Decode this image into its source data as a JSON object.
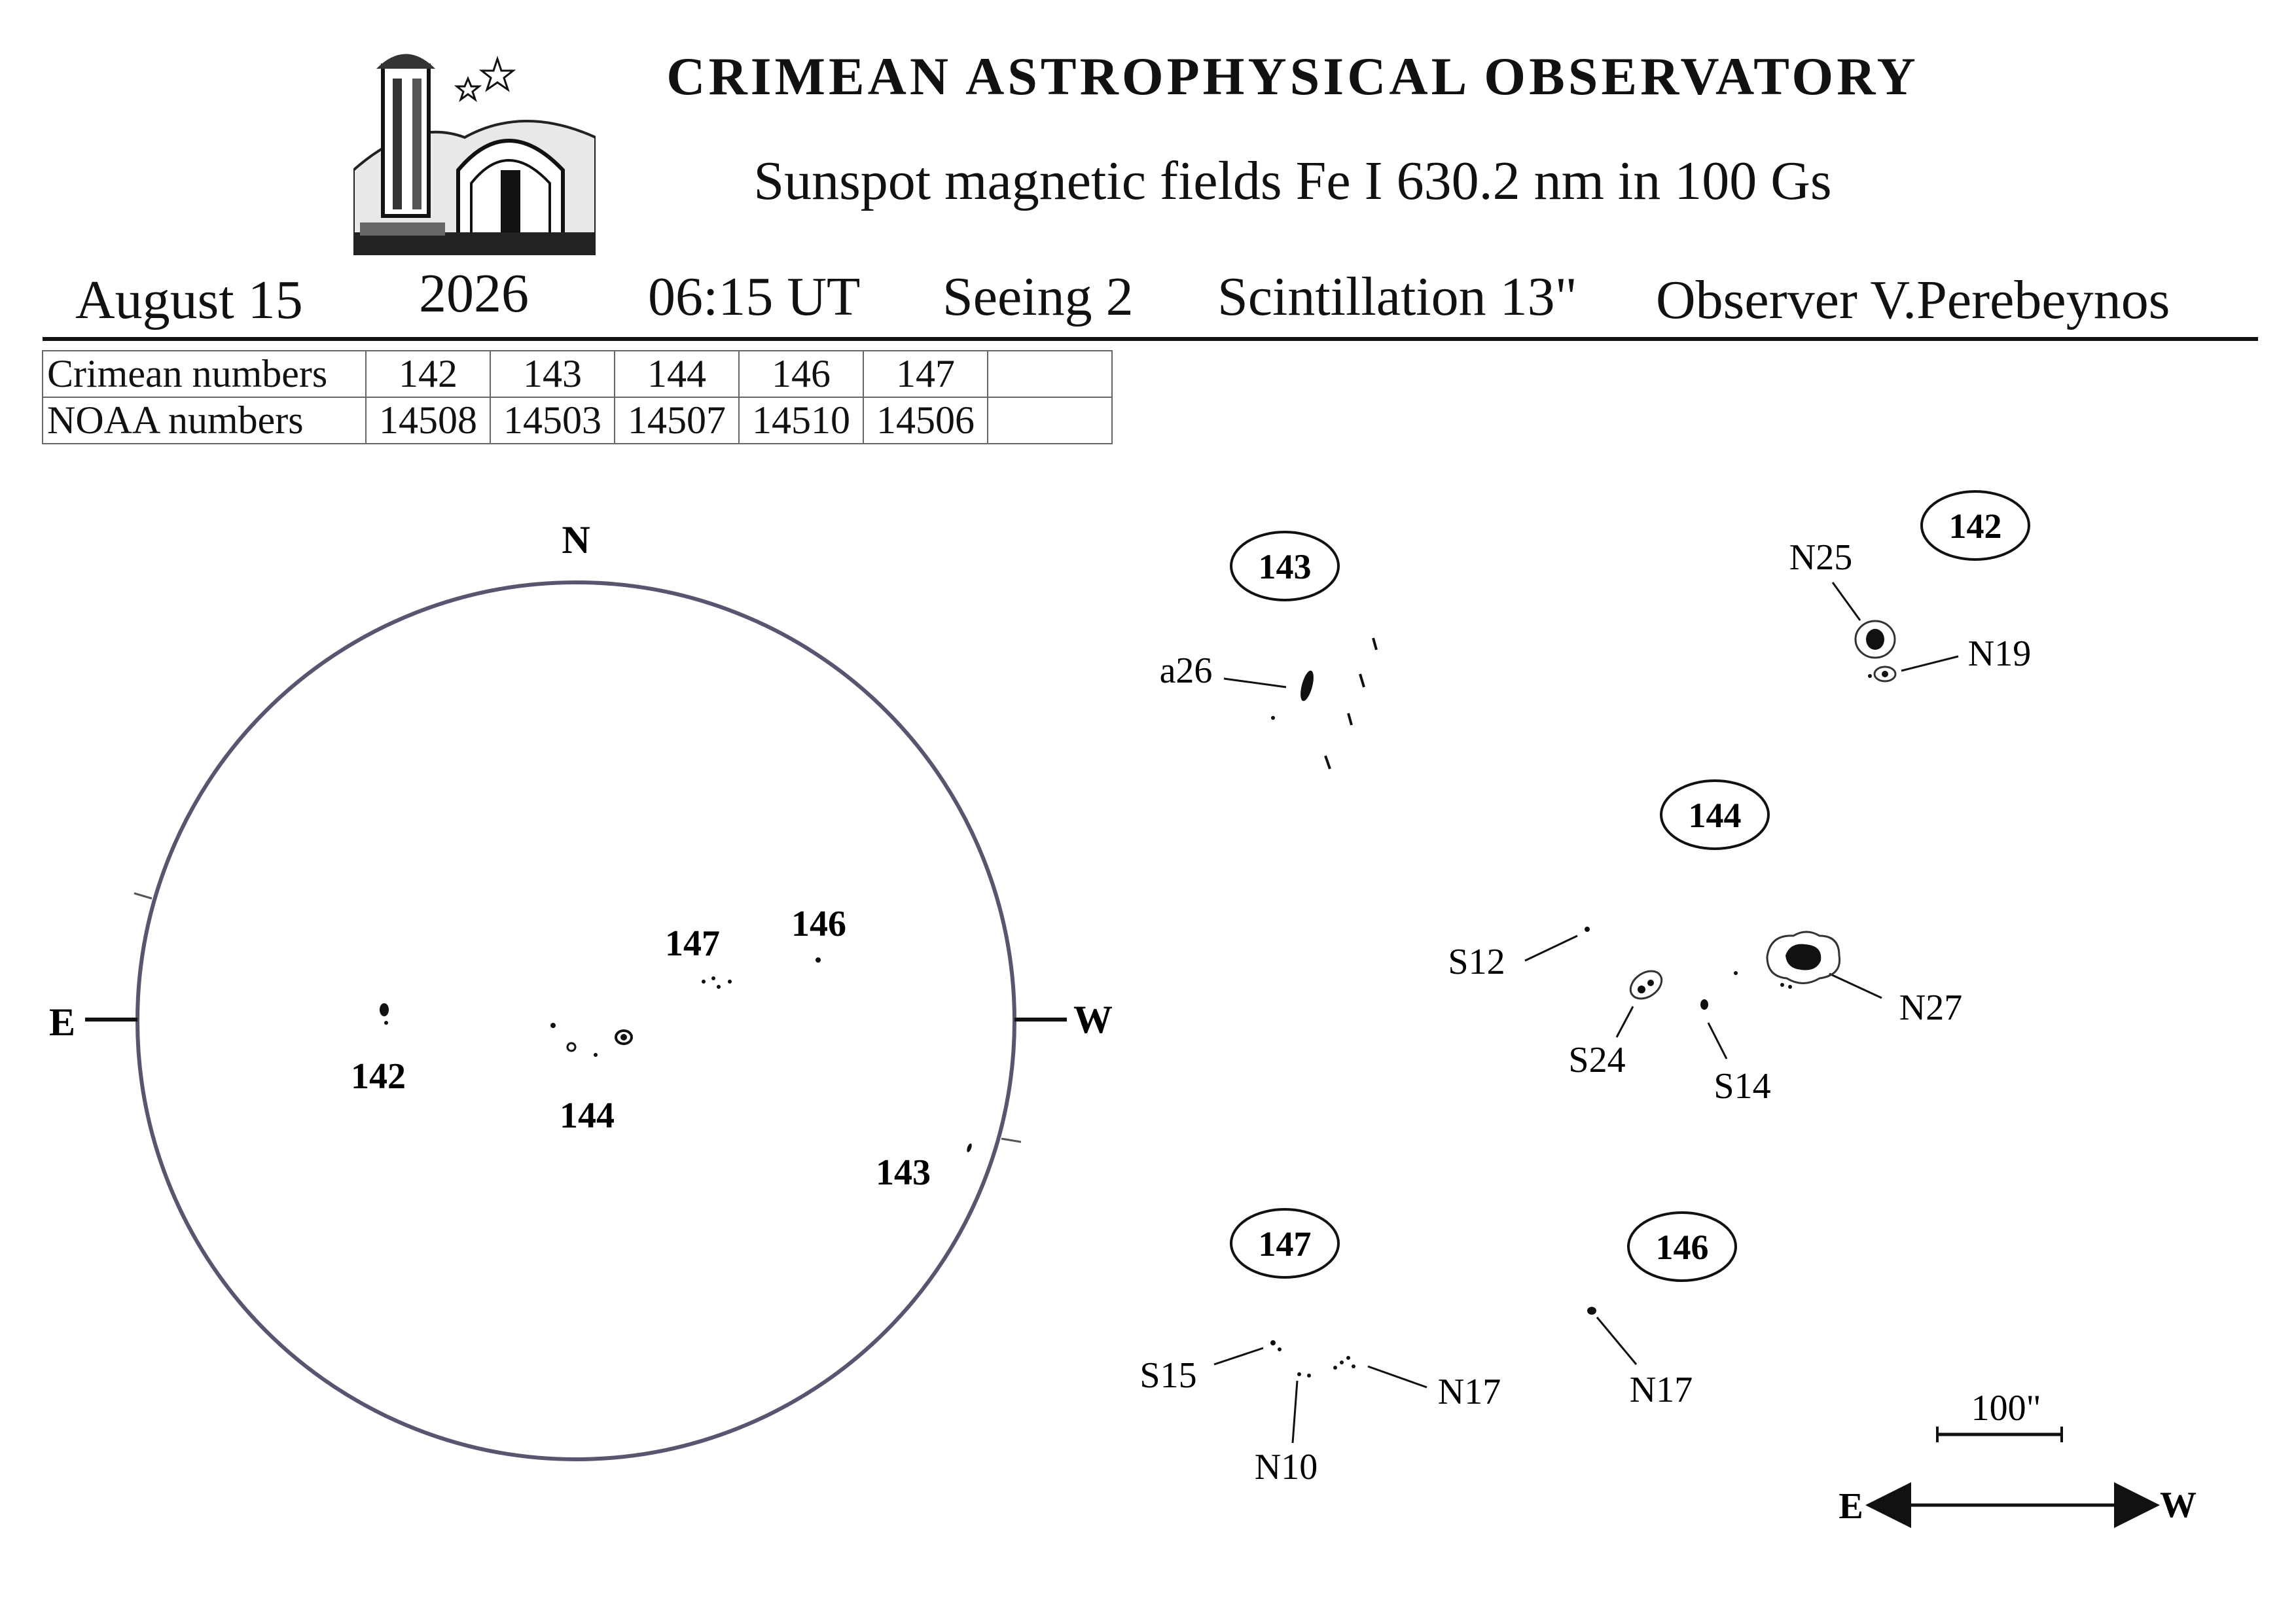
{
  "header": {
    "title": "CRIMEAN   ASTROPHYSICAL   OBSERVATORY",
    "subtitle": "Sunspot  magnetic  fields  Fe I 630.2 nm in 100 Gs"
  },
  "observation": {
    "date": "August  15",
    "year": "2026",
    "time": "06:15 UT",
    "seeing": "Seeing  2",
    "scintillation": "Scintillation 13\"",
    "observer": "Observer  V.Perebeynos"
  },
  "numbers_table": {
    "crimean_label": "Crimean numbers",
    "noaa_label": "NOAA numbers",
    "crimean": [
      "142",
      "143",
      "144",
      "146",
      "147"
    ],
    "noaa": [
      "14508",
      "14503",
      "14507",
      "14510",
      "14506"
    ]
  },
  "disk": {
    "north": "N",
    "east": "E",
    "west": "W",
    "region_labels": [
      "142",
      "144",
      "147",
      "146",
      "143"
    ]
  },
  "group_143": {
    "badge": "143",
    "labels": [
      "a26"
    ]
  },
  "group_142": {
    "badge": "142",
    "labels": [
      "N25",
      "N19"
    ]
  },
  "group_144": {
    "badge": "144",
    "labels": [
      "S12",
      "S24",
      "S14",
      "N27"
    ]
  },
  "group_147": {
    "badge": "147",
    "labels": [
      "S15",
      "N10",
      "N17"
    ]
  },
  "group_146": {
    "badge": "146",
    "labels": [
      "N17"
    ]
  },
  "scale": {
    "bar_label": "100\"",
    "east": "E",
    "west": "W"
  }
}
